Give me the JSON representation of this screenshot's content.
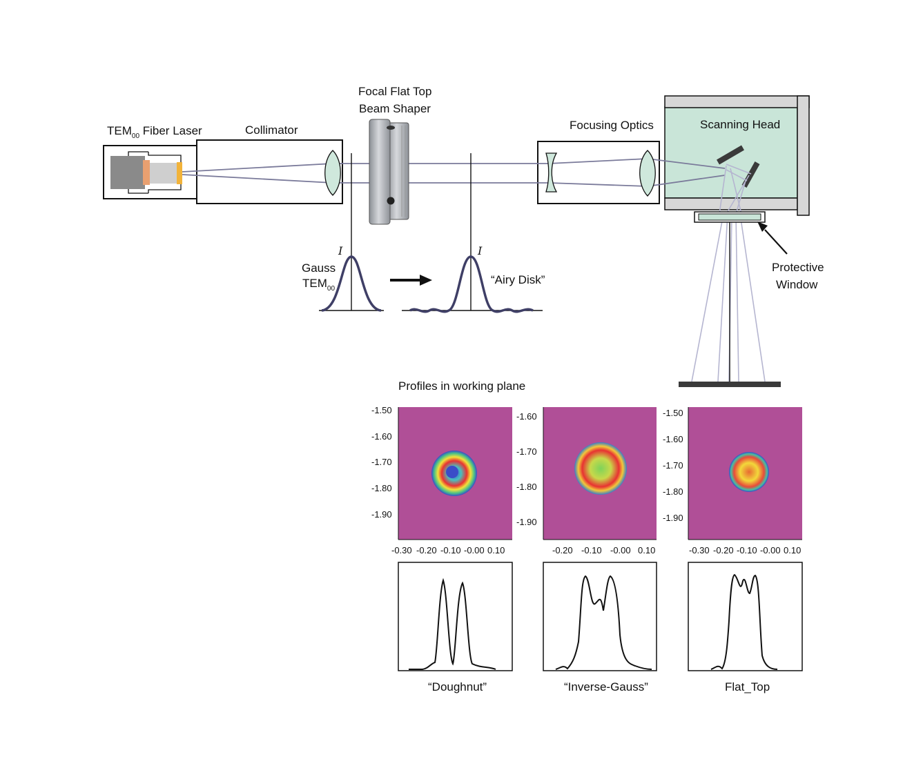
{
  "labels": {
    "laser": "TEM",
    "laser_sub": "00",
    "laser_rest": " Fiber Laser",
    "collimator": "Collimator",
    "shaper_line1": "Focal Flat Top",
    "shaper_line2": "Beam Shaper",
    "focusing": "Focusing Optics",
    "scanning": "Scanning Head",
    "protective_line1": "Protective",
    "protective_line2": "Window",
    "gauss_line1": "Gauss",
    "gauss_line2": "TEM",
    "gauss_sub": "00",
    "intensity_symbol": "I",
    "airy": "“Airy Disk”",
    "profiles_title": "Profiles in working plane"
  },
  "profiles": [
    {
      "name": "“Doughnut”",
      "y_ticks": [
        "-1.50",
        "-1.60",
        "-1.70",
        "-1.80",
        "-1.90"
      ],
      "x_ticks": [
        "-0.30",
        "-0.20",
        "-0.10",
        "-0.00",
        "0.10"
      ]
    },
    {
      "name": "“Inverse-Gauss”",
      "y_ticks": [
        "-1.60",
        "-1.70",
        "-1.80",
        "-1.90"
      ],
      "x_ticks": [
        "-0.20",
        "-0.10",
        "-0.00",
        "0.10"
      ]
    },
    {
      "name": "Flat_Top",
      "y_ticks": [
        "-1.50",
        "-1.60",
        "-1.70",
        "-1.80",
        "-1.90"
      ],
      "x_ticks": [
        "-0.30",
        "-0.20",
        "-0.10",
        "-0.00",
        "0.10"
      ]
    }
  ],
  "colors": {
    "beam": "#7a7a9a",
    "lens": "#cfe8dc",
    "scan_head": "#c9e5d8",
    "heatmap_bg": "#b04f97",
    "curve": "#3f3f66"
  }
}
